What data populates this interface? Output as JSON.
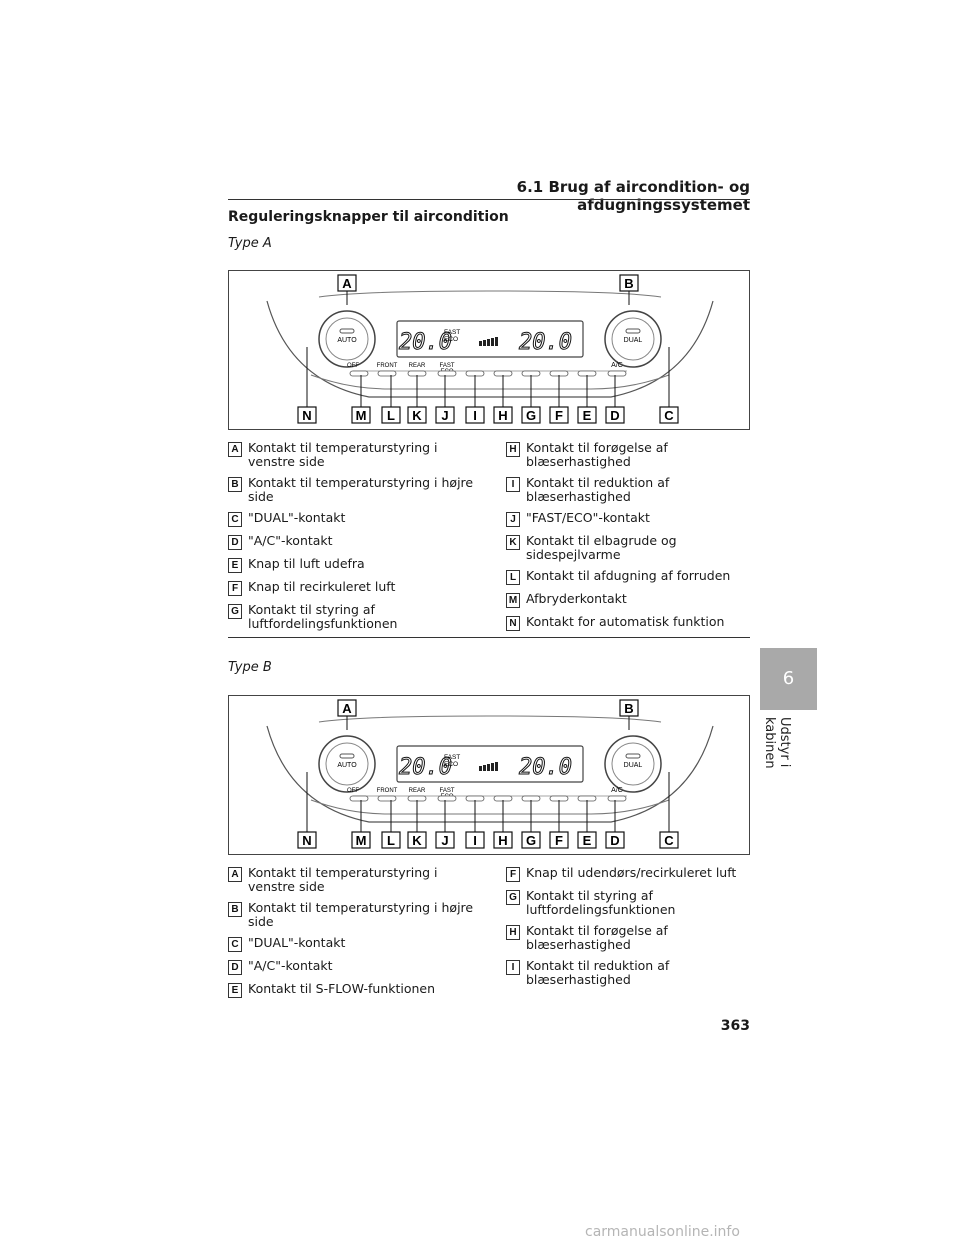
{
  "header": {
    "title": "6.1 Brug af aircondition- og afdugningssystemet"
  },
  "section_title": "Reguleringsknapper til aircondition",
  "type_a": {
    "label": "Type A",
    "display": {
      "left_temp": "20.0",
      "right_temp": "20.0",
      "fast": "FAST",
      "eco": "ECO"
    },
    "buttons": {
      "auto": "AUTO",
      "dual": "DUAL",
      "off": "OFF",
      "front": "FRONT",
      "rear": "REAR",
      "fast": "FAST",
      "eco": "ECO",
      "ac": "A/C"
    },
    "callouts_top": [
      "A",
      "B"
    ],
    "callouts_bottom": [
      "N",
      "M",
      "L",
      "K",
      "J",
      "I",
      "H",
      "G",
      "F",
      "E",
      "D",
      "C"
    ],
    "legend_left": [
      {
        "key": "A",
        "text": "Kontakt til temperaturstyring i venstre side"
      },
      {
        "key": "B",
        "text": "Kontakt til temperaturstyring i højre side"
      },
      {
        "key": "C",
        "text": "\"DUAL\"-kontakt"
      },
      {
        "key": "D",
        "text": "\"A/C\"-kontakt"
      },
      {
        "key": "E",
        "text": "Knap til luft udefra"
      },
      {
        "key": "F",
        "text": "Knap til recirkuleret luft"
      },
      {
        "key": "G",
        "text": "Kontakt til styring af luftfordelingsfunktionen"
      }
    ],
    "legend_right": [
      {
        "key": "H",
        "text": "Kontakt til forøgelse af blæserhastighed"
      },
      {
        "key": "I",
        "text": "Kontakt til reduktion af blæserhastighed"
      },
      {
        "key": "J",
        "text": "\"FAST/ECO\"-kontakt"
      },
      {
        "key": "K",
        "text": "Kontakt til elbagrude og sidespejlvarme"
      },
      {
        "key": "L",
        "text": "Kontakt til afdugning af forruden"
      },
      {
        "key": "M",
        "text": "Afbryderkontakt"
      },
      {
        "key": "N",
        "text": "Kontakt for automatisk funktion"
      }
    ]
  },
  "type_b": {
    "label": "Type B",
    "display": {
      "left_temp": "20.0",
      "right_temp": "20.0",
      "fast": "FAST",
      "eco": "ECO"
    },
    "buttons": {
      "auto": "AUTO",
      "dual": "DUAL",
      "off": "OFF",
      "front": "FRONT",
      "rear": "REAR",
      "fast": "FAST",
      "eco": "ECO",
      "ac": "A/C"
    },
    "callouts_top": [
      "A",
      "B"
    ],
    "callouts_bottom": [
      "N",
      "M",
      "L",
      "K",
      "J",
      "I",
      "H",
      "G",
      "F",
      "E",
      "D",
      "C"
    ],
    "legend_left": [
      {
        "key": "A",
        "text": "Kontakt til temperaturstyring i venstre side"
      },
      {
        "key": "B",
        "text": "Kontakt til temperaturstyring i højre side"
      },
      {
        "key": "C",
        "text": "\"DUAL\"-kontakt"
      },
      {
        "key": "D",
        "text": "\"A/C\"-kontakt"
      },
      {
        "key": "E",
        "text": "Kontakt til S-FLOW-funktionen"
      }
    ],
    "legend_right": [
      {
        "key": "F",
        "text": "Knap til udendørs/recirkuleret luft"
      },
      {
        "key": "G",
        "text": "Kontakt til styring af luftfordelingsfunktionen"
      },
      {
        "key": "H",
        "text": "Kontakt til forøgelse af blæserhastighed"
      },
      {
        "key": "I",
        "text": "Kontakt til reduktion af blæserhastighed"
      }
    ]
  },
  "side_tab": {
    "number": "6",
    "text": "Udstyr i kabinen"
  },
  "page_number": "363",
  "watermark": "carmanualsonline.info"
}
